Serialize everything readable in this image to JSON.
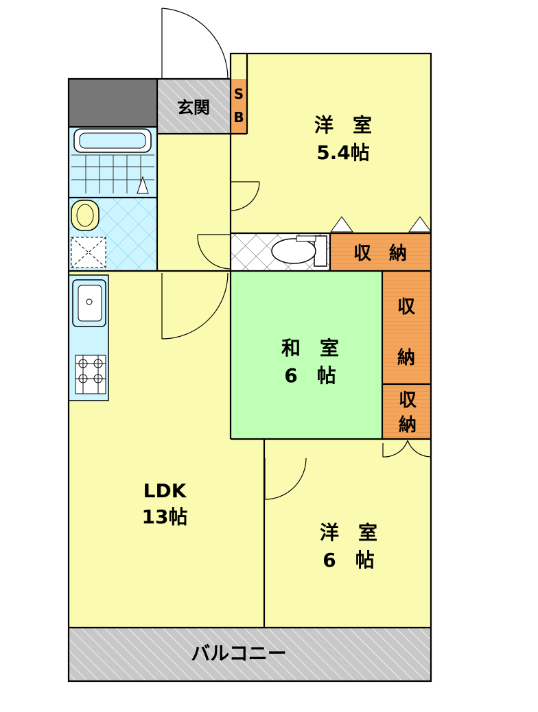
{
  "rooms": {
    "western_room_north": {
      "name": "洋　室",
      "size": "5.4帖"
    },
    "japanese_room": {
      "name": "和　室",
      "size": "6　帖"
    },
    "western_room_south": {
      "name": "洋　室",
      "size": "6　帖"
    },
    "ldk": {
      "name": "LDK",
      "size": "13帖"
    },
    "entrance": {
      "name": "玄関"
    },
    "shoe_box": {
      "line1": "S",
      "line2": "B"
    },
    "storage_top": {
      "name": "収　納"
    },
    "storage_mid": {
      "line1": "収",
      "line2": "納"
    },
    "storage_low": {
      "line1": "収",
      "line2": "納"
    },
    "balcony": {
      "name": "バルコニー"
    }
  },
  "colors": {
    "western_floor": "#fafab0",
    "japanese_floor": "#bfffb6",
    "storage": "#f4a55c",
    "wet_area": "#cdf4ff",
    "hatch_gray": "#c8c8c8",
    "dark_block": "#777777",
    "wall": "#000000"
  }
}
